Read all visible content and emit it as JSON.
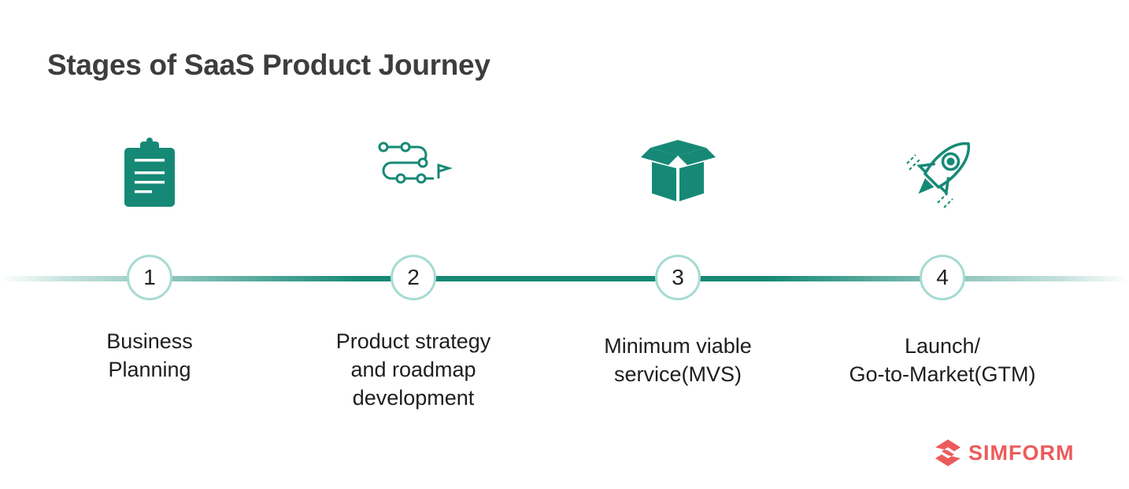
{
  "title": "Stages of SaaS Product Journey",
  "stages": [
    {
      "number": "1",
      "label_lines": [
        "Business",
        "Planning"
      ],
      "icon": "clipboard-icon"
    },
    {
      "number": "2",
      "label_lines": [
        "Product strategy",
        "and roadmap",
        "development"
      ],
      "icon": "roadmap-icon"
    },
    {
      "number": "3",
      "label_lines": [
        "Minimum viable",
        "service(MVS)"
      ],
      "icon": "box-icon"
    },
    {
      "number": "4",
      "label_lines": [
        "Launch/",
        "Go-to-Market(GTM)"
      ],
      "icon": "rocket-icon"
    }
  ],
  "logo": {
    "text": "SIMFORM",
    "color": "#ec5b5b"
  },
  "colors": {
    "accent": "#168976",
    "circle_border": "#a5dbd2",
    "title": "#3d3d3d"
  }
}
